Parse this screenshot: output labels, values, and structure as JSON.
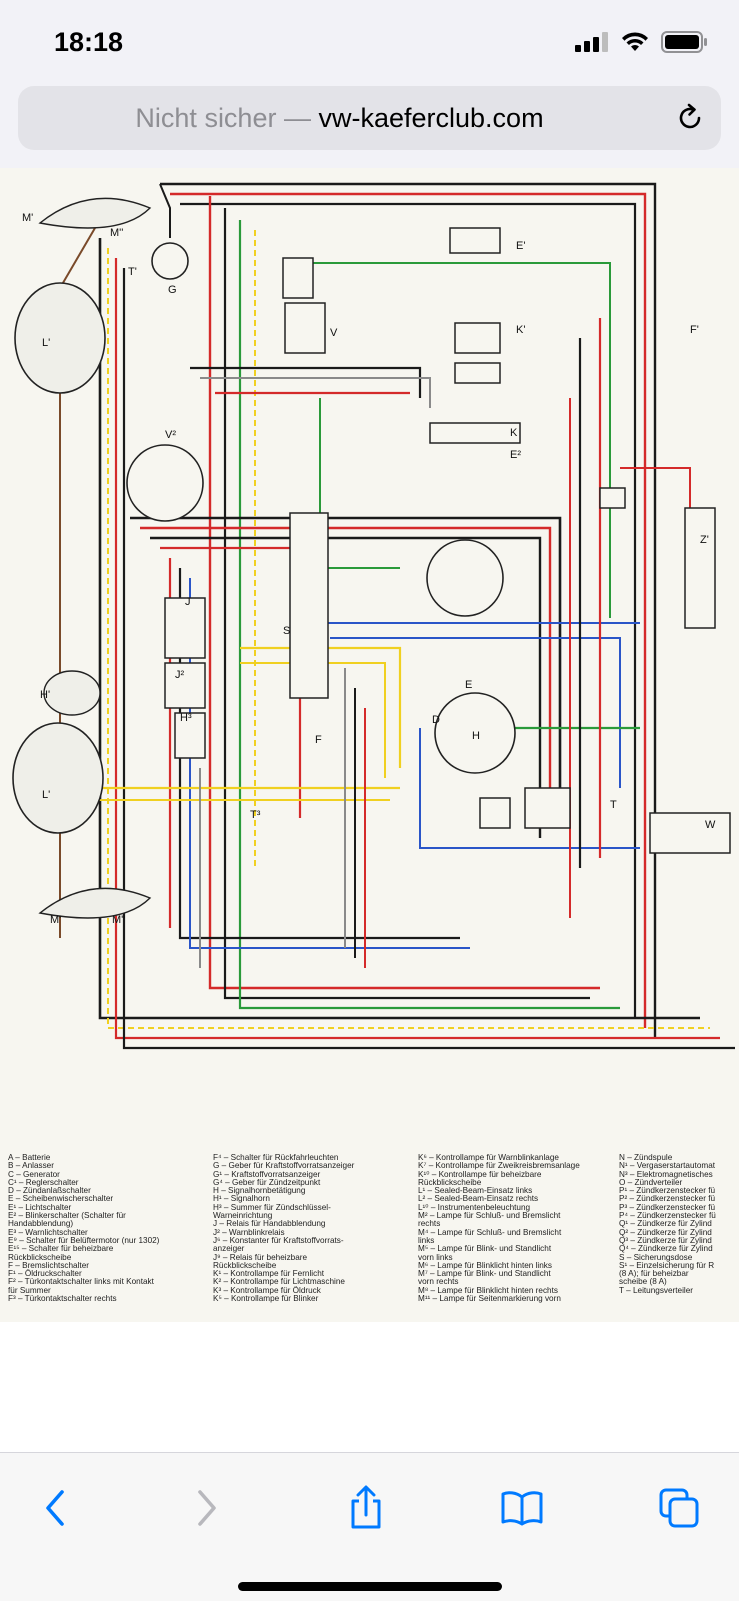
{
  "status_bar": {
    "time": "18:18",
    "icons": [
      "cellular-signal-icon",
      "wifi-icon",
      "battery-icon"
    ]
  },
  "address_bar": {
    "security_label": "Nicht sicher",
    "separator": " — ",
    "domain": "vw-kaeferclub.com",
    "reload_icon": "reload-icon"
  },
  "diagram": {
    "component_labels": [
      "M'",
      "M''",
      "G",
      "T'",
      "E'",
      "V",
      "K'",
      "L'",
      "F'",
      "V²",
      "K",
      "E²",
      "Z'",
      "J",
      "J²",
      "S",
      "H'",
      "H³",
      "F",
      "H",
      "E",
      "D",
      "L'",
      "T³",
      "W",
      "M'",
      "M''",
      "T"
    ],
    "wire_colors": [
      "#1a1a1a",
      "#d42a2a",
      "#f0d020",
      "#2a55c8",
      "#2a9a3a",
      "#7a4a2a",
      "#8a8a8a"
    ]
  },
  "legend": {
    "columns": [
      [
        "A  –  Batterie",
        "B  –  Anlasser",
        "C  –  Generator",
        "C¹ –  Reglerschalter",
        "D  –  Zündanlaßschalter",
        "E  –  Scheibenwischerschalter",
        "E¹ –  Lichtschalter",
        "E² –  Blinkerschalter (Schalter für",
        "           Handabblendung)",
        "E³ –  Warnlichtschalter",
        "E⁹ –  Schalter für Belüftermotor (nur 1302)",
        "E¹⁵ –  Schalter für beheizbare",
        "           Rückblickscheibe",
        "F  –  Bremslichtschalter",
        "F¹ –  Öldruckschalter",
        "F² –  Türkontaktschalter links mit Kontakt",
        "           für Summer",
        "F³ –  Türkontaktschalter rechts"
      ],
      [
        "F⁴ –  Schalter für Rückfahrleuchten",
        "G  –  Geber für Kraftstoffvorratsanzeiger",
        "G¹ –  Kraftstoffvorratsanzeiger",
        "G⁴ –  Geber für Zündzeitpunkt",
        "H  –  Signalhornbetätigung",
        "H¹ –  Signalhorn",
        "H³ –  Summer für Zündschlüssel-",
        "           Warneinrichtung",
        "J  –  Relais für Handabblendung",
        "J² –  Warnblinkrelais",
        "J⁶ –  Konstanter für Kraftstoffvorrats-",
        "           anzeiger",
        "J⁹ –  Relais für beheizbare",
        "           Rückblickscheibe",
        "K¹ –  Kontrollampe für Fernlicht",
        "K² –  Kontrollampe für Lichtmaschine",
        "K³ –  Kontrollampe für Öldruck",
        "K⁵ –  Kontrollampe für Blinker"
      ],
      [
        "K⁶ –  Kontrollampe für Warnblinkanlage",
        "K⁷ –  Kontrollampe für Zweikreisbremsanlage",
        "K¹⁰ –  Kontrollampe für beheizbare",
        "           Rückblickscheibe",
        "L¹ –  Sealed-Beam-Einsatz links",
        "L² –  Sealed-Beam-Einsatz rechts",
        "L¹⁰ –  Instrumentenbeleuchtung",
        "M² –  Lampe für Schluß- und Bremslicht",
        "           rechts",
        "M⁴ –  Lampe für Schluß- und Bremslicht",
        "           links",
        "M⁵ –  Lampe für Blink- und Standlicht",
        "           vorn links",
        "M⁶ –  Lampe für Blinklicht hinten links",
        "M⁷ –  Lampe für Blink- und Standlicht",
        "           vorn rechts",
        "M⁸ –  Lampe für Blinklicht hinten rechts",
        "M¹¹ –  Lampe für Seitenmarkierung vorn"
      ],
      [
        "N  –  Zündspule",
        "N¹ –  Vergaserstartautomat",
        "N³ –  Elektromagnetisches",
        "O  –  Zündverteiler",
        "P¹ –  Zündkerzenstecker fü",
        "P² –  Zündkerzenstecker fü",
        "P³ –  Zündkerzenstecker fü",
        "P⁴ –  Zündkerzenstecker fü",
        "Q¹ –  Zündkerze für Zylind",
        "Q² –  Zündkerze für Zylind",
        "Q³ –  Zündkerze für Zylind",
        "Q⁴ –  Zündkerze für Zylind",
        "S  –  Sicherungsdose",
        "S¹ –  Einzelsicherung für R",
        "           (8 A); für beheizbar",
        "           scheibe (8 A)",
        "T  –  Leitungsverteiler"
      ]
    ]
  },
  "toolbar": {
    "back_icon": "back-chevron-icon",
    "forward_icon": "forward-chevron-icon",
    "share_icon": "share-icon",
    "bookmarks_icon": "bookmarks-book-icon",
    "tabs_icon": "tabs-icon",
    "accent_color": "#007aff"
  }
}
